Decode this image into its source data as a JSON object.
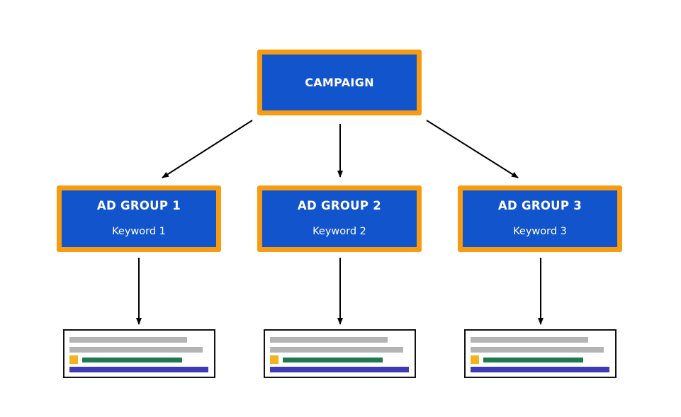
{
  "diagram": {
    "campaign": {
      "label": "CAMPAIGN"
    },
    "ad_groups": [
      {
        "title": "AD GROUP 1",
        "keyword": "Keyword 1"
      },
      {
        "title": "AD GROUP 2",
        "keyword": "Keyword 2"
      },
      {
        "title": "AD GROUP 3",
        "keyword": "Keyword 3"
      }
    ],
    "colors": {
      "box_fill": "#1254cc",
      "box_border": "#f79b10",
      "arrow": "#000000",
      "ad_grey_line": "#b4b4b4",
      "ad_yellow_square": "#f2b31d",
      "ad_green_line": "#1e7a4c",
      "ad_blue_line": "#3f3bb5"
    }
  }
}
